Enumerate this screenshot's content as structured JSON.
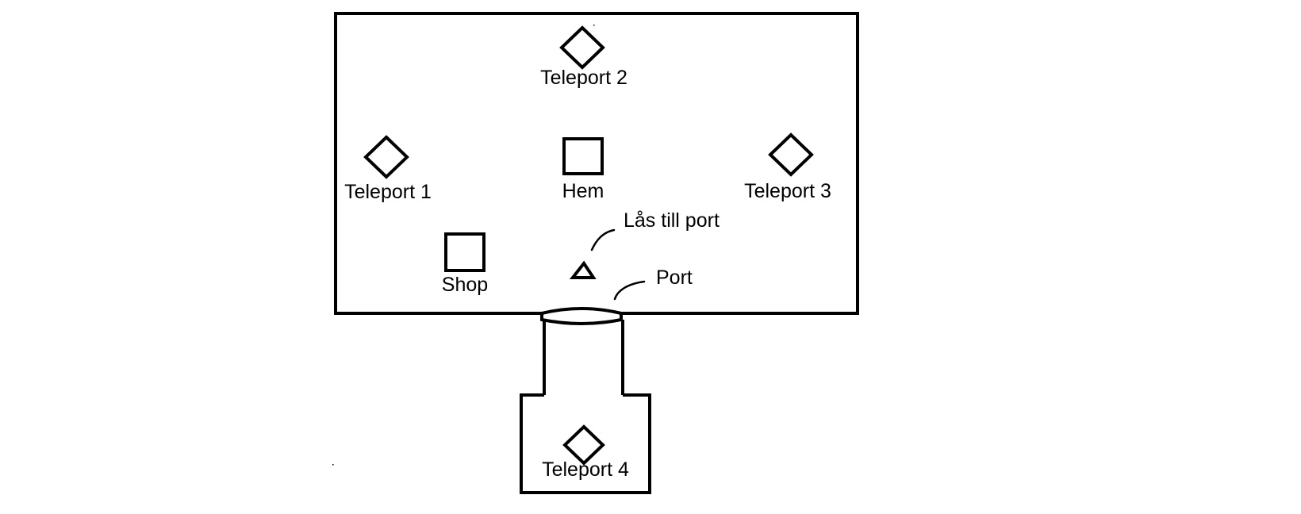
{
  "map": {
    "teleport_1": "Teleport 1",
    "teleport_2": "Teleport 2",
    "teleport_3": "Teleport 3",
    "teleport_4": "Teleport 4",
    "home": "Hem",
    "shop": "Shop",
    "gate_lock": "Lås till port",
    "gate": "Port"
  },
  "icons": {
    "teleport": "diamond-icon",
    "building": "square-icon",
    "gate_lock": "triangle-icon"
  },
  "colors": {
    "ink": "#000000",
    "paper": "#ffffff"
  }
}
